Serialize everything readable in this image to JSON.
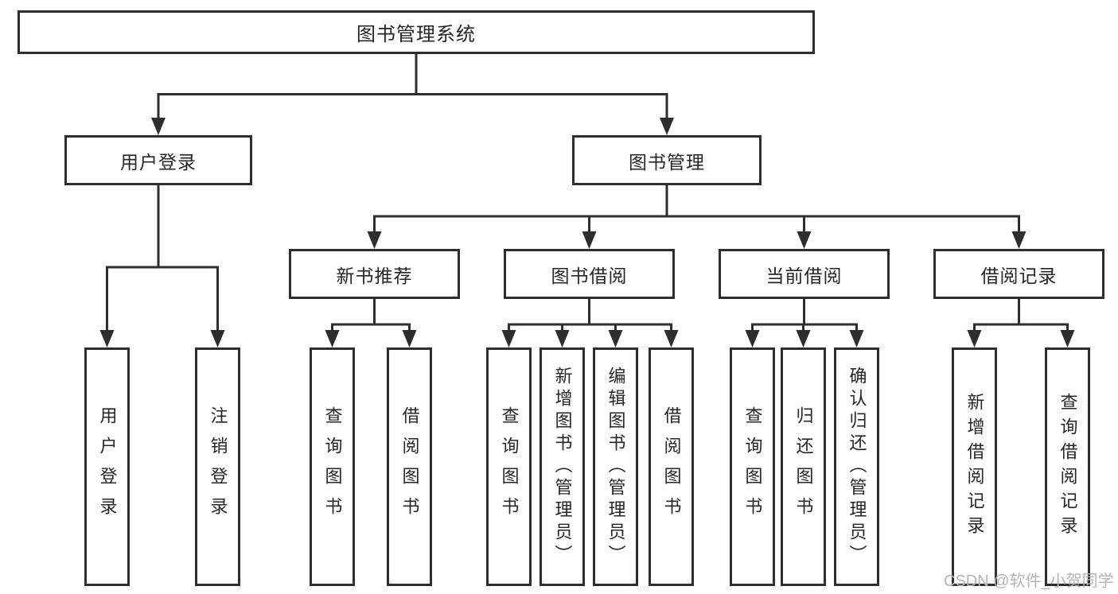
{
  "tree": {
    "label": "图书管理系统",
    "children": [
      {
        "label": "用户登录",
        "children": [
          {
            "label": "用户登录"
          },
          {
            "label": "注销登录"
          }
        ]
      },
      {
        "label": "图书管理",
        "children": [
          {
            "label": "新书推荐",
            "children": [
              {
                "label": "查询图书"
              },
              {
                "label": "借阅图书"
              }
            ]
          },
          {
            "label": "图书借阅",
            "children": [
              {
                "label": "查询图书"
              },
              {
                "label": "新增图书（管理员）"
              },
              {
                "label": "编辑图书（管理员）"
              },
              {
                "label": "借阅图书"
              }
            ]
          },
          {
            "label": "当前借阅",
            "children": [
              {
                "label": "查询图书"
              },
              {
                "label": "归还图书"
              },
              {
                "label": "确认归还（管理员）"
              }
            ]
          },
          {
            "label": "借阅记录",
            "children": [
              {
                "label": "新增借阅记录"
              },
              {
                "label": "查询借阅记录"
              }
            ]
          }
        ]
      }
    ]
  },
  "watermark": "CSDN @软件_小贺同学",
  "colors": {
    "line": "#2e2e2e",
    "box_border": "#2e2e2e",
    "text": "#262626",
    "background": "#ffffff",
    "watermark": "#b9b4b4"
  }
}
